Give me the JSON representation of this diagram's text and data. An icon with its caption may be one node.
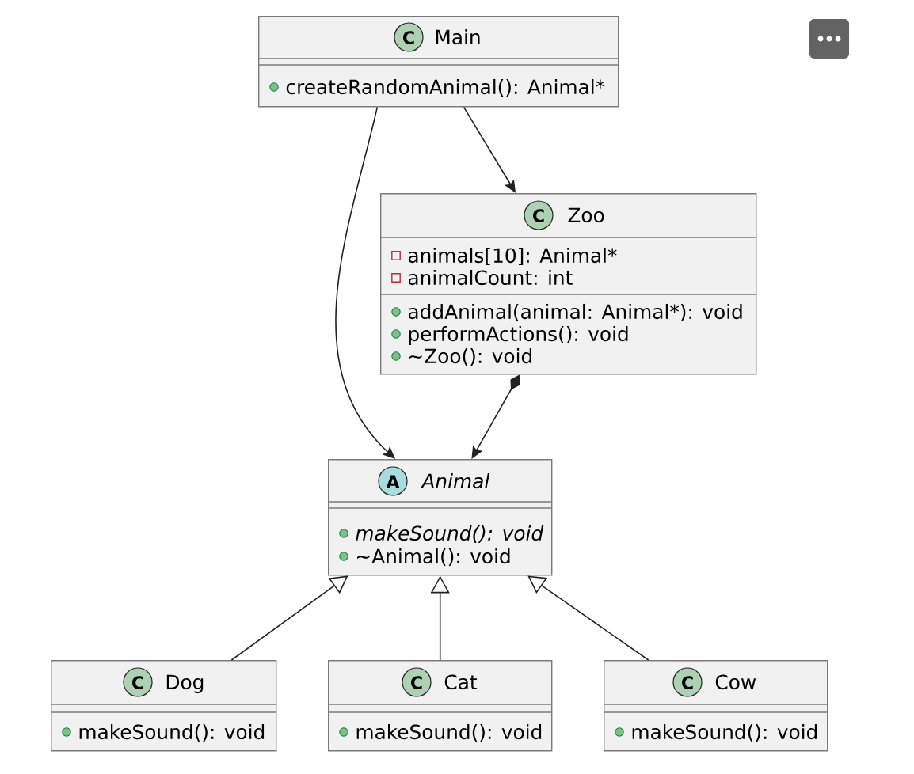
{
  "diagram": {
    "nodes": [
      {
        "text": [
          "C",
          "Main",
          "createRandomAnimal(): Animal*"
        ]
      },
      {
        "text": [
          "C",
          "Zoo",
          "animals[10]: Animal*",
          "animalCount: int",
          "addAnimal(animal: Animal*): void",
          "performActions(): void",
          "~Zoo(): void"
        ]
      },
      {
        "text": [
          "A",
          "Animal",
          "makeSound(): void",
          "~Animal(): void"
        ]
      },
      {
        "text": [
          "C",
          "Dog",
          "makeSound(): void"
        ]
      },
      {
        "text": [
          "C",
          "Cat",
          "makeSound(): void"
        ]
      },
      {
        "text": [
          "C",
          "Cow",
          "makeSound(): void"
        ]
      }
    ],
    "edges": [
      {
        "from": 0,
        "to": 2,
        "arrow": "to"
      },
      {
        "from": 0,
        "to": 1,
        "arrow": "to"
      },
      {
        "from": 1,
        "to": 2,
        "arrow": "to"
      },
      {
        "from": 3,
        "to": 2,
        "arrow": "to"
      },
      {
        "from": 4,
        "to": 2,
        "arrow": "to"
      },
      {
        "from": 5,
        "to": 2,
        "arrow": "to"
      }
    ]
  }
}
